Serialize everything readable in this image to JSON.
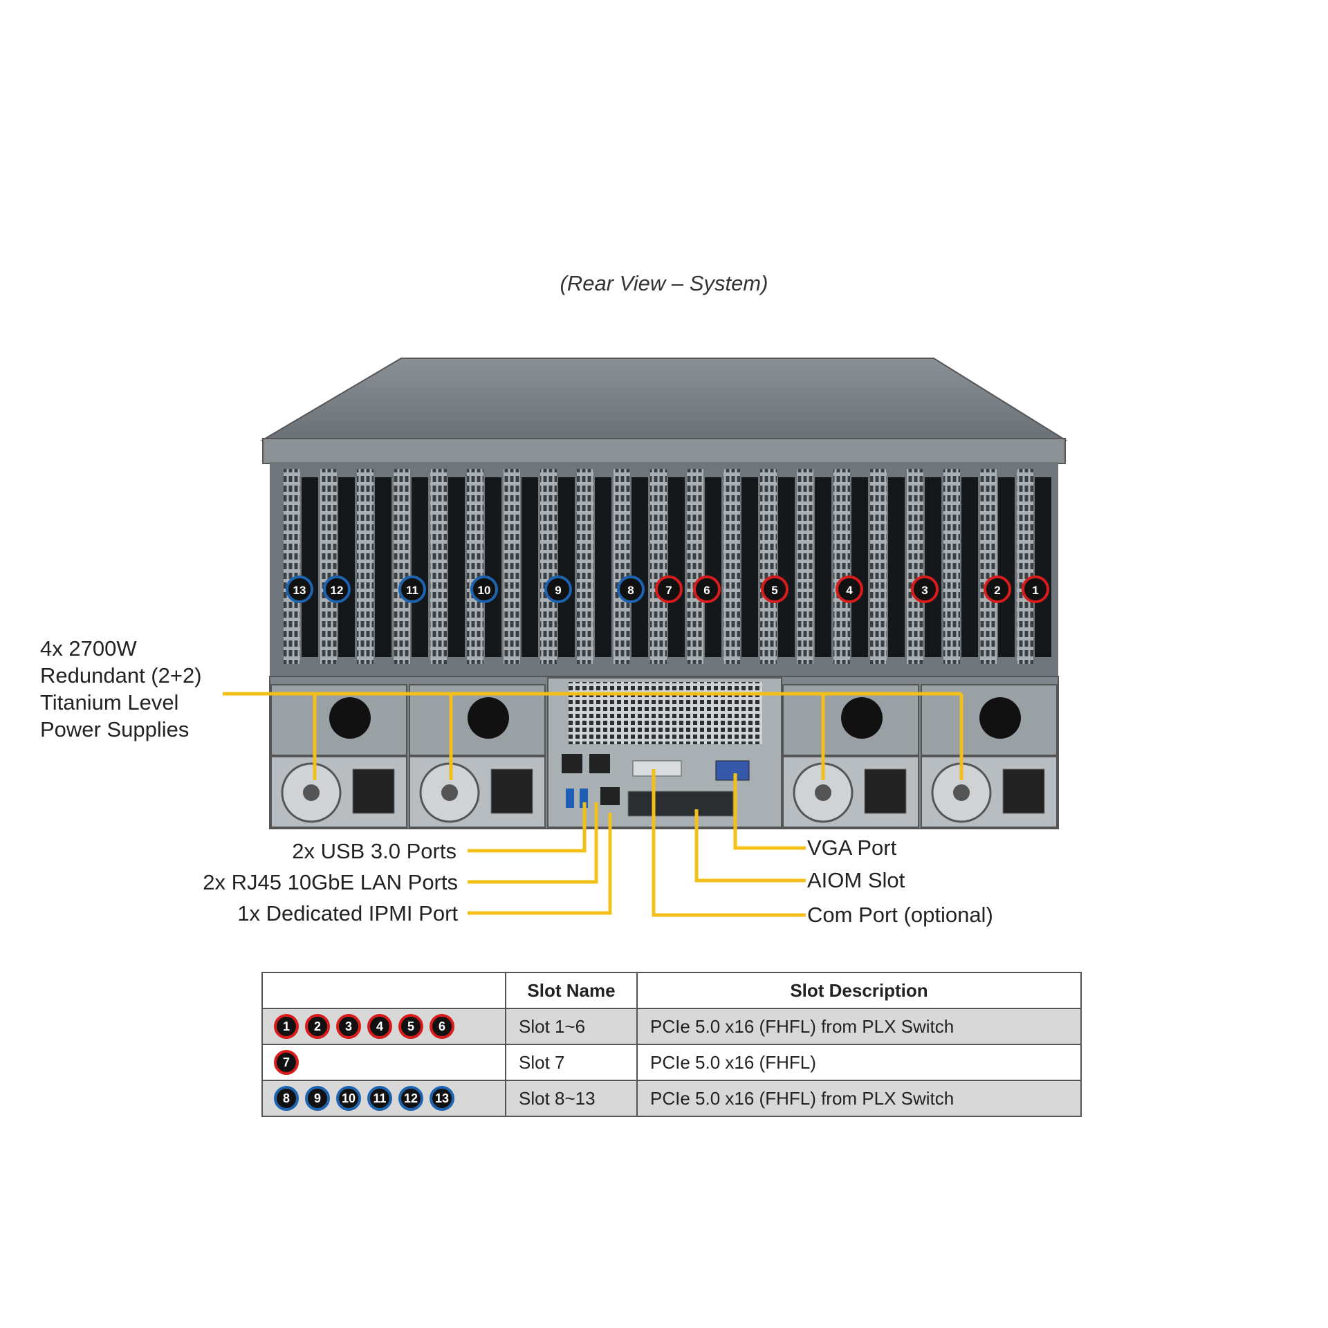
{
  "view_title": "(Rear View – System)",
  "psu_label": [
    "4x 2700W",
    "Redundant  (2+2)",
    "Titanium  Level",
    "Power Supplies"
  ],
  "left_callouts": {
    "usb": "2x USB 3.0 Ports",
    "lan": "2x RJ45 10GbE LAN Ports",
    "ipmi": "1x Dedicated IPMI  Port"
  },
  "right_callouts": {
    "vga": "VGA Port",
    "aiom": "AIOM  Slot",
    "com": "Com Port (optional)"
  },
  "chassis_slot_badges": [
    "13",
    "12",
    "11",
    "10",
    "9",
    "8",
    "7",
    "6",
    "5",
    "4",
    "3",
    "2",
    "1"
  ],
  "colors": {
    "red_slot": "#d81c1c",
    "blue_slot": "#1c64b0",
    "leader_line": "#f2c018"
  },
  "table": {
    "headers": [
      "",
      "Slot Name",
      "Slot Description"
    ],
    "rows": [
      {
        "badges": [
          "1",
          "2",
          "3",
          "4",
          "5",
          "6"
        ],
        "color": "red",
        "name": "Slot 1~6",
        "desc": "PCIe  5.0  x16  (FHFL)  from  PLX  Switch"
      },
      {
        "badges": [
          "7"
        ],
        "color": "red",
        "name": "Slot 7",
        "desc": "PCIe  5.0  x16  (FHFL)"
      },
      {
        "badges": [
          "8",
          "9",
          "10",
          "11",
          "12",
          "13"
        ],
        "color": "blue",
        "name": "Slot 8~13",
        "desc": "PCIe  5.0  x16  (FHFL)  from  PLX  Switch"
      }
    ]
  }
}
